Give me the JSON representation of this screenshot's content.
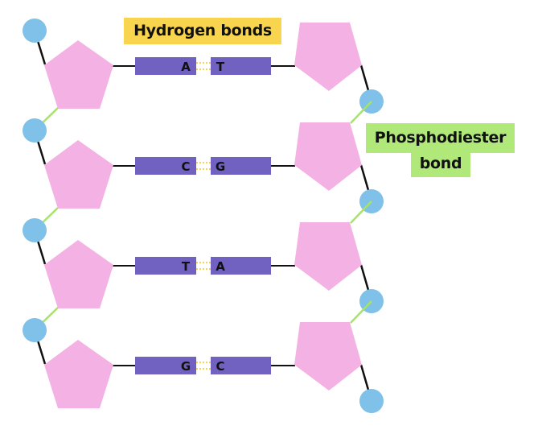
{
  "labels": {
    "hydrogen_bonds": "Hydrogen bonds",
    "phosphodiester_line1": "Phosphodiester",
    "phosphodiester_line2": "bond"
  },
  "base_pairs": [
    {
      "left": "A",
      "right": "T"
    },
    {
      "left": "C",
      "right": "G"
    },
    {
      "left": "T",
      "right": "A"
    },
    {
      "left": "G",
      "right": "C"
    }
  ],
  "colors": {
    "phosphate": "#7fc1e8",
    "sugar": "#f3b1e4",
    "base": "#7161c1",
    "hydrogen_label": "#f9d44f",
    "phosphodiester_label": "#b0e879",
    "hydrogen_bond": "#f9d44f",
    "phosphodiester_bond": "#a6e36b",
    "bond_line": "#111111"
  }
}
